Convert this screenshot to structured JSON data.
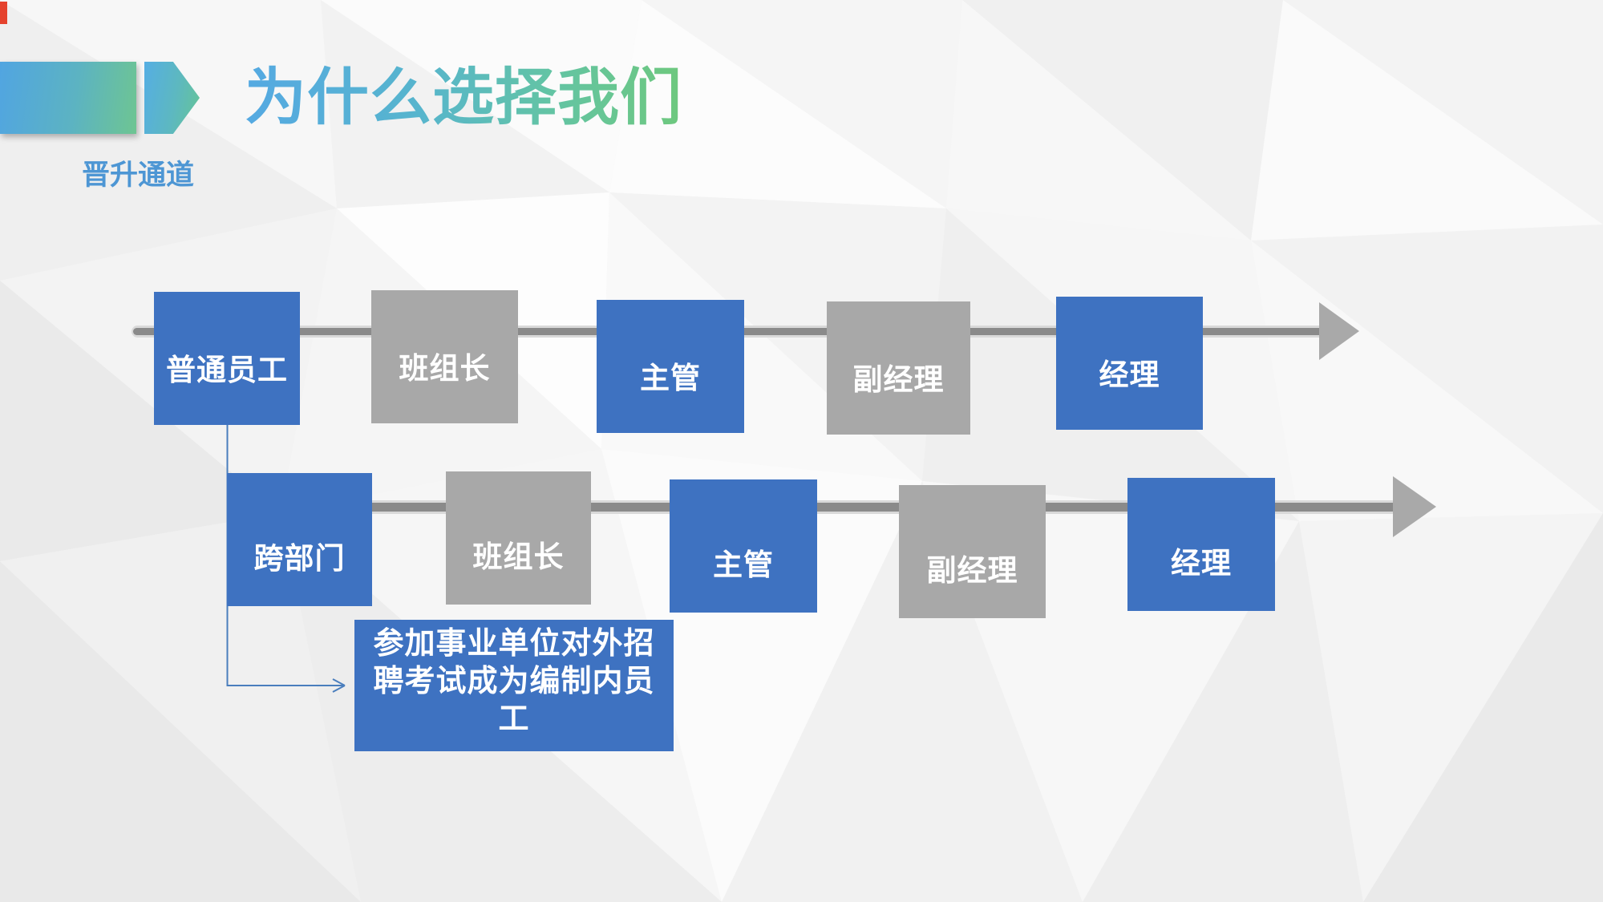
{
  "title": "为什么选择我们",
  "subtitle": "晋升通道",
  "note": "参加事业单位对外招聘考试成为编制内员工",
  "rows": [
    {
      "name": "promotion-path-internal",
      "steps": [
        {
          "label": "普通员工",
          "variant": "blue"
        },
        {
          "label": "班组长",
          "variant": "gray"
        },
        {
          "label": "主管",
          "variant": "blue"
        },
        {
          "label": "副经理",
          "variant": "gray"
        },
        {
          "label": "经理",
          "variant": "blue"
        }
      ]
    },
    {
      "name": "promotion-path-cross-department",
      "steps": [
        {
          "label": "跨部门",
          "variant": "blue"
        },
        {
          "label": "班组长",
          "variant": "gray"
        },
        {
          "label": "主管",
          "variant": "blue"
        },
        {
          "label": "副经理",
          "variant": "gray"
        },
        {
          "label": "经理",
          "variant": "blue"
        }
      ]
    }
  ],
  "colors": {
    "box_blue": "#3e72c1",
    "box_gray": "#a8a8a8",
    "arrow_shaft": "#8a8a8a",
    "arrow_head": "#a9a9a9",
    "connector_blue": "#4a7ebd",
    "title_gradient_start": "#55a9e2",
    "title_gradient_end": "#6ec87e",
    "subtitle_blue": "#4d96d4",
    "text_on_box": "#ffffff"
  }
}
